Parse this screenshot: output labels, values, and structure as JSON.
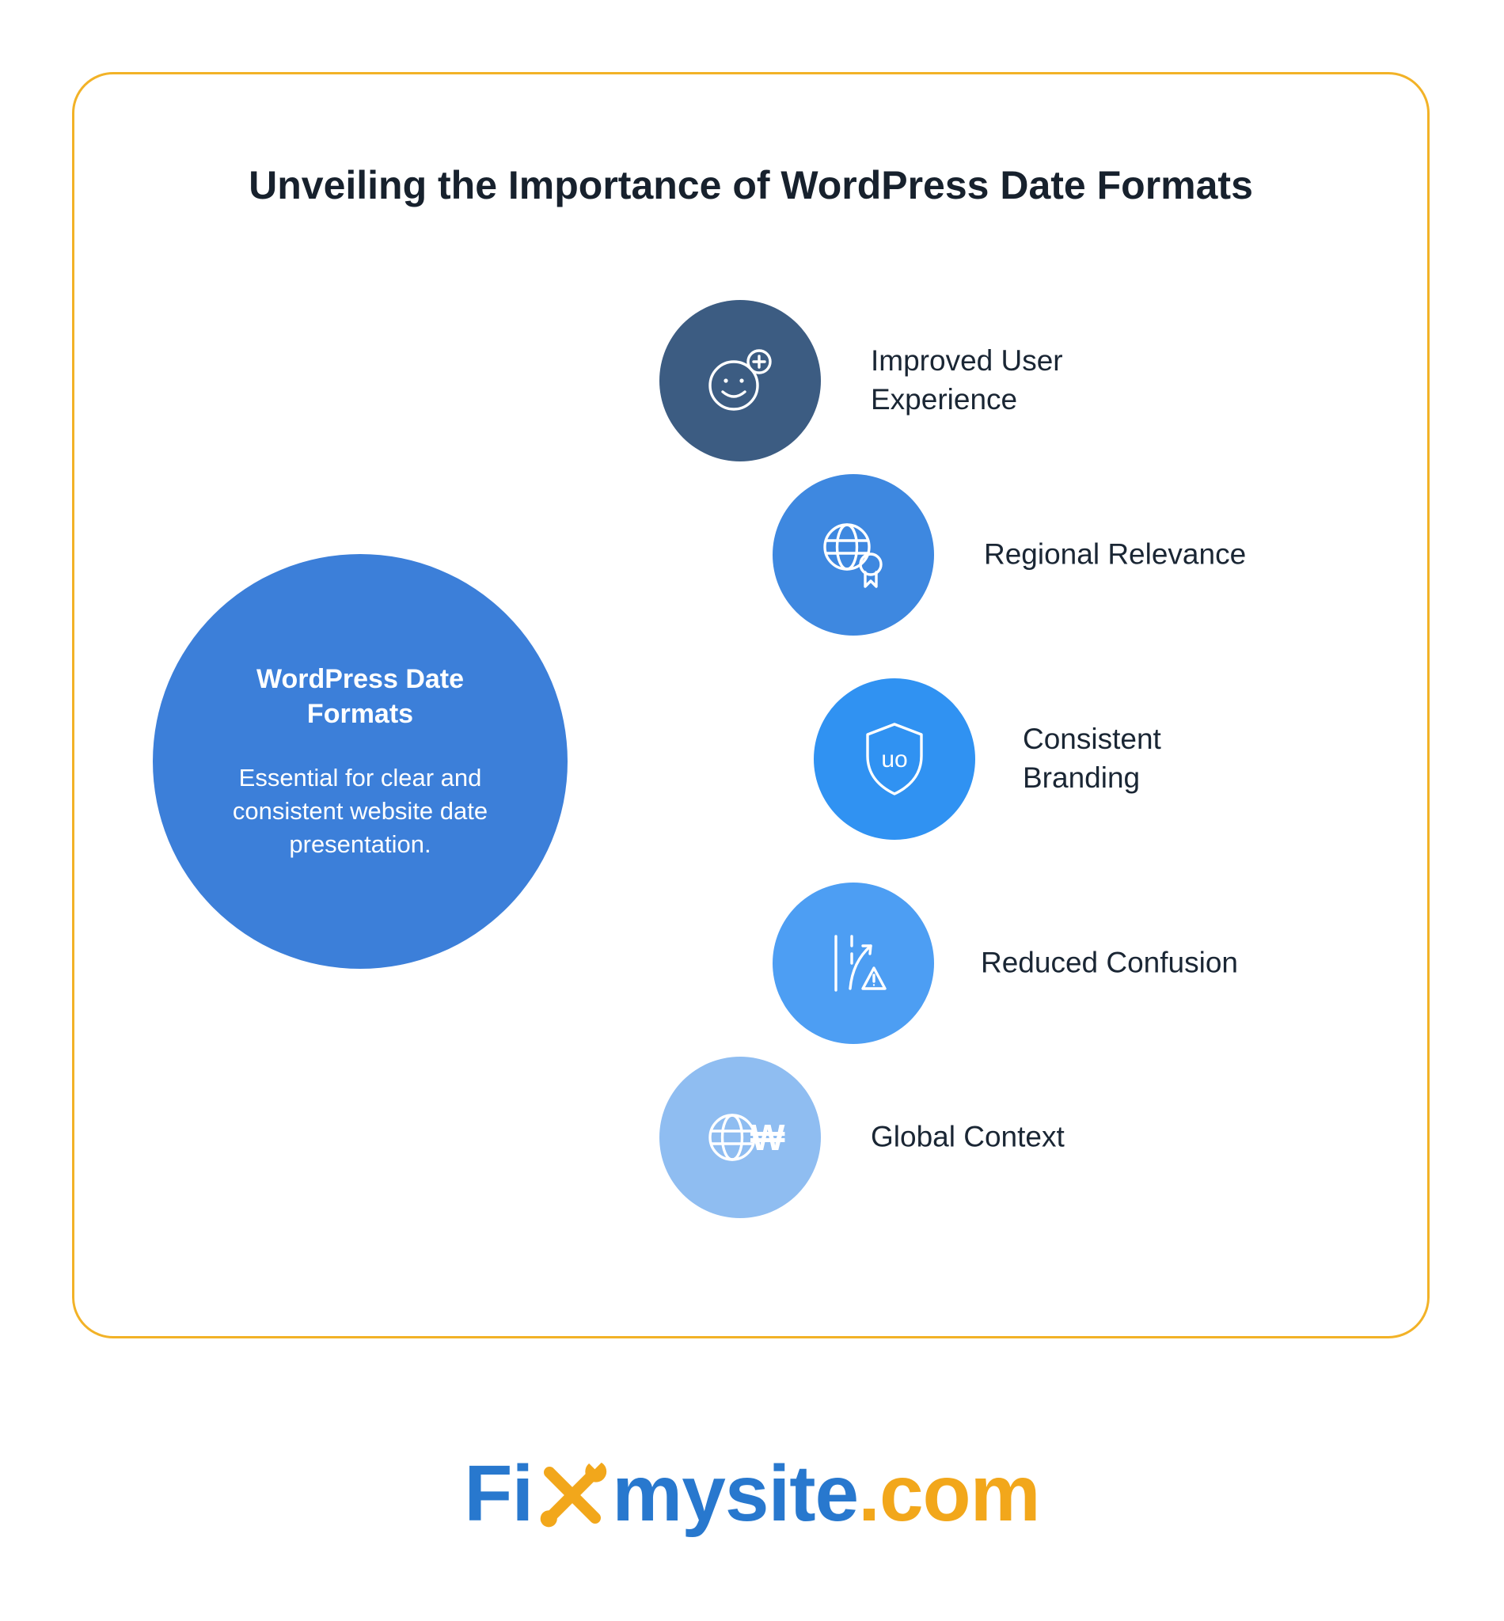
{
  "page": {
    "title": "Unveiling the Importance of WordPress Date Formats",
    "border_color": "#F2B227",
    "background": "#ffffff",
    "text_color": "#17212d"
  },
  "center_bubble": {
    "heading": "WordPress Date Formats",
    "body": "Essential for clear and consistent website date presentation.",
    "color": "#3C7FD9",
    "text_color": "#ffffff"
  },
  "items": [
    {
      "label": "Improved User Experience",
      "icon": "smiley-plus-icon",
      "color": "#3C5C82"
    },
    {
      "label": "Regional Relevance",
      "icon": "globe-award-icon",
      "color": "#3E88E0"
    },
    {
      "label": "Consistent Branding",
      "icon": "shield-monogram-icon",
      "color": "#3092F2",
      "monogram": "uo"
    },
    {
      "label": "Reduced Confusion",
      "icon": "road-warning-icon",
      "color": "#4D9EF3"
    },
    {
      "label": "Global Context",
      "icon": "globe-currency-icon",
      "color": "#8FBDF1",
      "symbol": "₩"
    }
  ],
  "logo": {
    "prefix": "Fi",
    "middle": "mysite",
    "suffix": ".com",
    "blue": "#2878CE",
    "yellow": "#F2A71B",
    "x_icon": "crossed-tools-icon"
  }
}
